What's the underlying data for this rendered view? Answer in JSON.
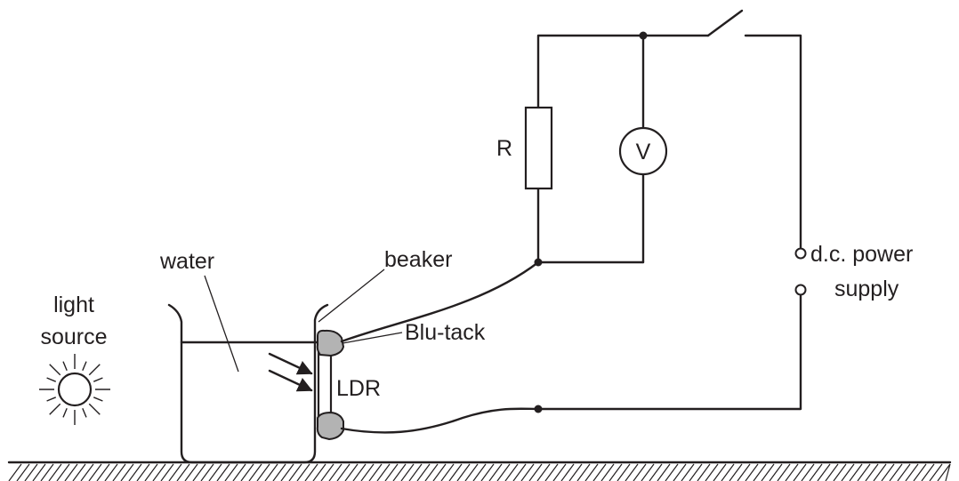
{
  "labels": {
    "water": "water",
    "beaker": "beaker",
    "light_line1": "light",
    "light_line2": "source",
    "blutack": "Blu-tack",
    "ldr": "LDR",
    "resistor": "R",
    "voltmeter": "V",
    "supply_line1": "d.c. power",
    "supply_line2": "supply"
  },
  "colors": {
    "ink": "#231f20",
    "blutack_fill": "#b3b3b3",
    "background": "#ffffff"
  }
}
